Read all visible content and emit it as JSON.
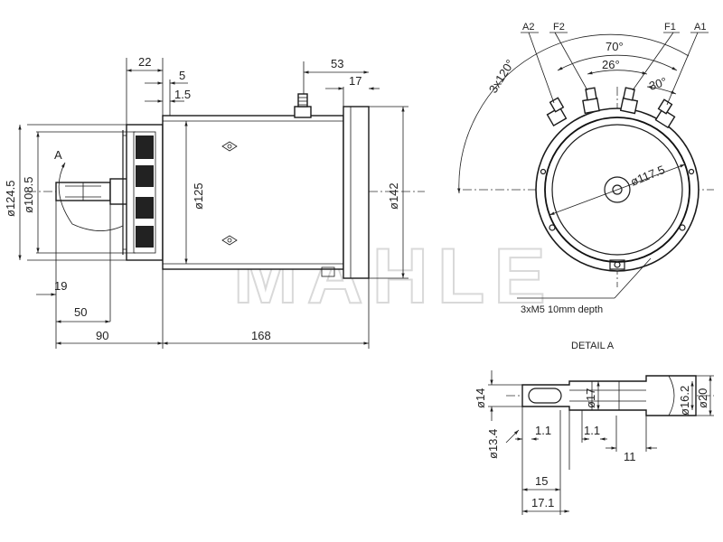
{
  "watermark": "MAHLE",
  "side_view": {
    "label_A": "A",
    "dims": {
      "d124_5": "ø124.5",
      "d108_5": "ø108.5",
      "d125": "ø125",
      "d142": "ø142",
      "l22": "22",
      "l5": "5",
      "l1_5": "1.5",
      "l53": "53",
      "l17": "17",
      "l19": "19",
      "l50": "50",
      "l90": "90",
      "l168": "168"
    }
  },
  "end_view": {
    "terminals": {
      "a2": "A2",
      "f2": "F2",
      "f1": "F1",
      "a1": "A1"
    },
    "dims": {
      "angle_70": "70°",
      "angle_26": "26°",
      "angle_30": "30°",
      "pattern_3x120": "3x120°",
      "d117_5": "ø117.5"
    },
    "note": "3xM5 10mm depth"
  },
  "detail": {
    "title": "DETAIL A",
    "dims": {
      "d14": "ø14",
      "d13_4": "ø13.4",
      "d17": "ø17",
      "d16_2": "ø16.2",
      "d20": "ø20",
      "l1_1a": "1.1",
      "l1_1b": "1.1",
      "l11": "11",
      "l15": "15",
      "l17_1": "17.1"
    }
  }
}
